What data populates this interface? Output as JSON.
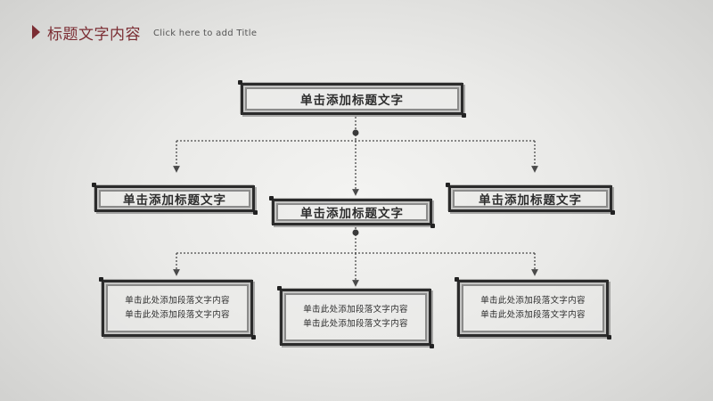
{
  "header": {
    "title": "标题文字内容",
    "subtitle": "Click here to add Title",
    "accent_color": "#7b2d33"
  },
  "diagram": {
    "root": {
      "label": "单击添加标题文字"
    },
    "level2": [
      {
        "label": "单击添加标题文字"
      },
      {
        "label": "单击添加标题文字"
      },
      {
        "label": "单击添加标题文字"
      }
    ],
    "leaves": [
      {
        "lines": [
          "单击此处添加段落文字内容",
          "单击此处添加段落文字内容"
        ]
      },
      {
        "lines": [
          "单击此处添加段落文字内容",
          "单击此处添加段落文字内容"
        ]
      },
      {
        "lines": [
          "单击此处添加段落文字内容",
          "单击此处添加段落文字内容"
        ]
      }
    ]
  }
}
